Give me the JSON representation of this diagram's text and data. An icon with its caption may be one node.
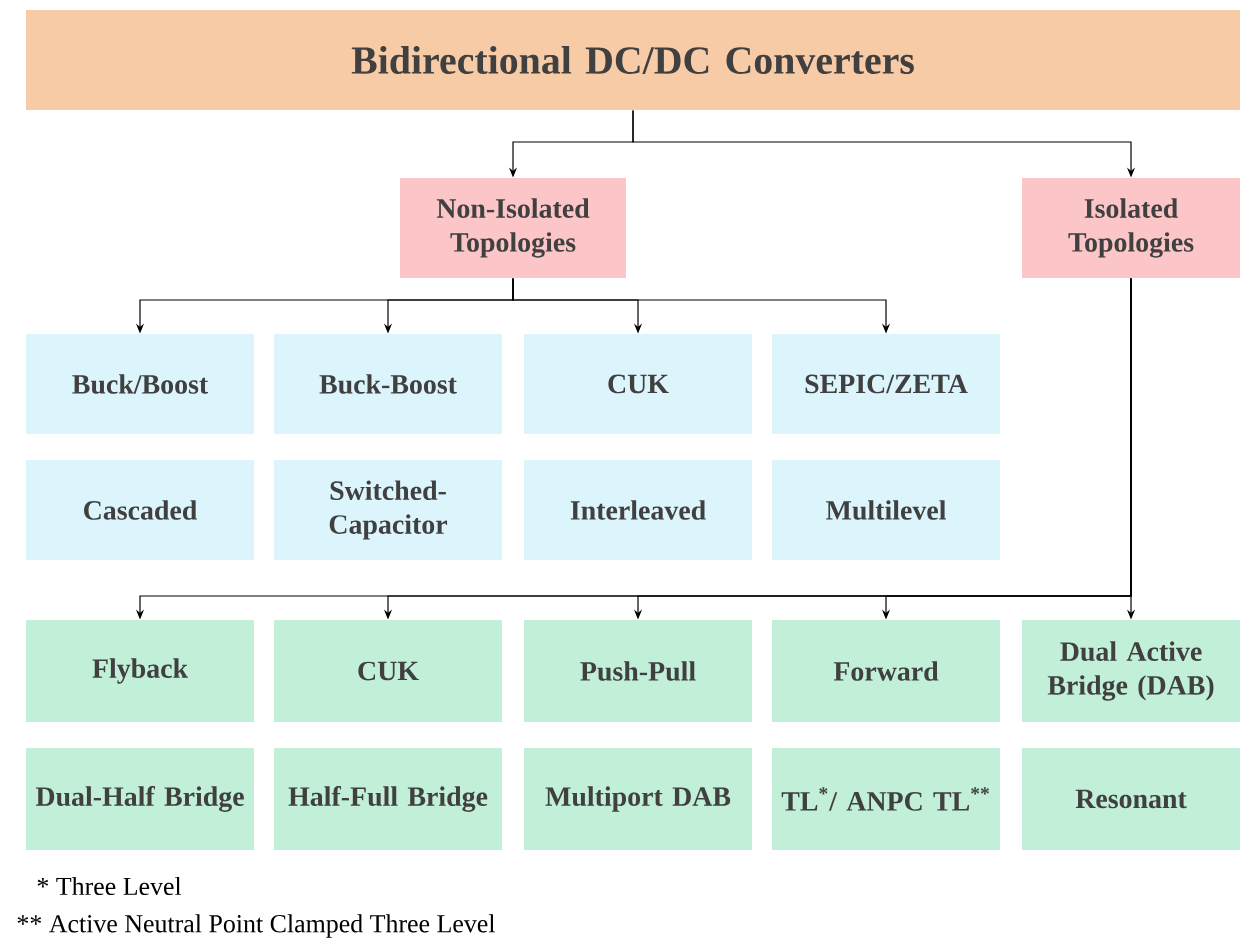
{
  "diagram": {
    "nodes": [
      {
        "text": [
          "Bidirectional DC/DC Converters"
        ]
      },
      {
        "text": [
          "Non-Isolated Topologies"
        ]
      },
      {
        "text": [
          "Isolated Topologies"
        ]
      },
      {
        "text": [
          "Buck/Boost"
        ]
      },
      {
        "text": [
          "Buck-Boost"
        ]
      },
      {
        "text": [
          "CUK"
        ]
      },
      {
        "text": [
          "SEPIC/ZETA"
        ]
      },
      {
        "text": [
          "Cascaded"
        ]
      },
      {
        "text": [
          "Switched-Capacitor"
        ]
      },
      {
        "text": [
          "Interleaved"
        ]
      },
      {
        "text": [
          "Multilevel"
        ]
      },
      {
        "text": [
          "Flyback"
        ]
      },
      {
        "text": [
          "CUK"
        ]
      },
      {
        "text": [
          "Push-Pull"
        ]
      },
      {
        "text": [
          "Forward"
        ]
      },
      {
        "text": [
          "Dual Active Bridge (DAB)"
        ]
      },
      {
        "text": [
          "Dual-Half Bridge"
        ]
      },
      {
        "text": [
          "Half-Full Bridge"
        ]
      },
      {
        "text": [
          "Multiport DAB"
        ]
      },
      {
        "text": [
          "TL$^{*}$/ ANPC TL$^{**}$"
        ]
      },
      {
        "text": [
          "Resonant"
        ]
      }
    ],
    "edges": [
      {
        "from": 0,
        "to": 1,
        "arrow": "to"
      },
      {
        "from": 0,
        "to": 2,
        "arrow": "to"
      },
      {
        "from": 1,
        "to": 3,
        "arrow": "to"
      },
      {
        "from": 1,
        "to": 4,
        "arrow": "to"
      },
      {
        "from": 1,
        "to": 5,
        "arrow": "to"
      },
      {
        "from": 1,
        "to": 6,
        "arrow": "to"
      },
      {
        "from": 2,
        "to": 11,
        "arrow": "to"
      },
      {
        "from": 2,
        "to": 12,
        "arrow": "to"
      },
      {
        "from": 2,
        "to": 13,
        "arrow": "to"
      },
      {
        "from": 2,
        "to": 14,
        "arrow": "to"
      },
      {
        "from": 2,
        "to": 15,
        "arrow": "to"
      }
    ],
    "labels": [
      "* Three Level",
      "** Active Neutral Point Clamped Three Level"
    ]
  }
}
